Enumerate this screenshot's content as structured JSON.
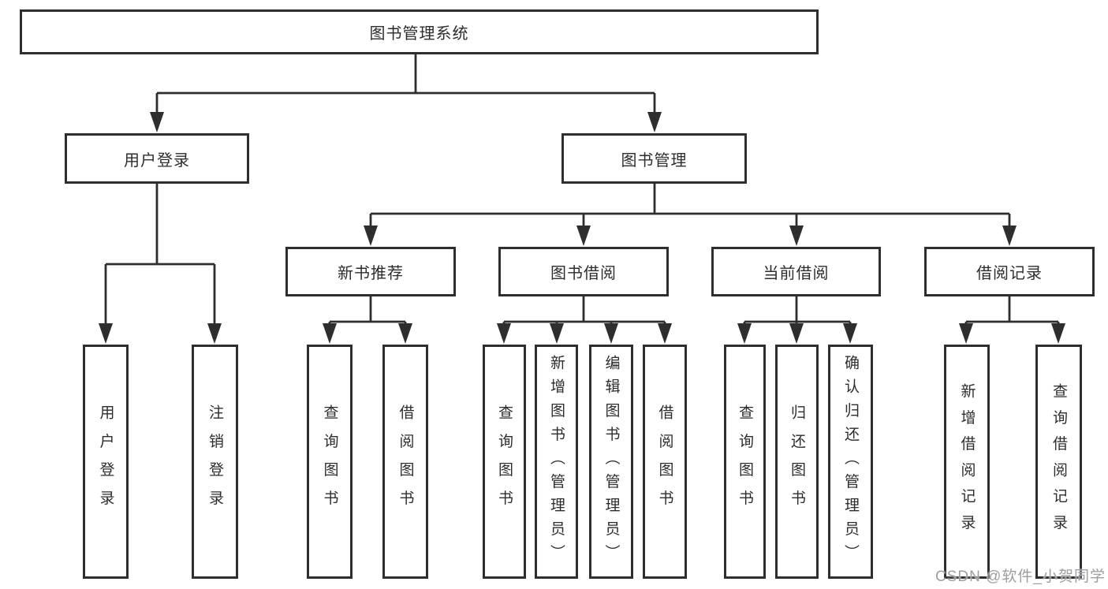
{
  "tree": {
    "label": "图书管理系统",
    "children": [
      {
        "label": "用户登录",
        "children": [
          {
            "label": "用户登录"
          },
          {
            "label": "注销登录"
          }
        ]
      },
      {
        "label": "图书管理",
        "children": [
          {
            "label": "新书推荐",
            "children": [
              {
                "label": "查询图书"
              },
              {
                "label": "借阅图书"
              }
            ]
          },
          {
            "label": "图书借阅",
            "children": [
              {
                "label": "查询图书"
              },
              {
                "label": "新增图书（管理员）"
              },
              {
                "label": "编辑图书（管理员）"
              },
              {
                "label": "借阅图书"
              }
            ]
          },
          {
            "label": "当前借阅",
            "children": [
              {
                "label": "查询图书"
              },
              {
                "label": "归还图书"
              },
              {
                "label": "确认归还（管理员）"
              }
            ]
          },
          {
            "label": "借阅记录",
            "children": [
              {
                "label": "新增借阅记录"
              },
              {
                "label": "查询借阅记录"
              }
            ]
          }
        ]
      }
    ]
  },
  "watermark": {
    "text": "CSDN @软件_小贺同学"
  },
  "colors": {
    "line": "#2e2e2e",
    "text": "#2d2d2d",
    "background": "#ffffff",
    "watermark": "#9e9ea2"
  }
}
